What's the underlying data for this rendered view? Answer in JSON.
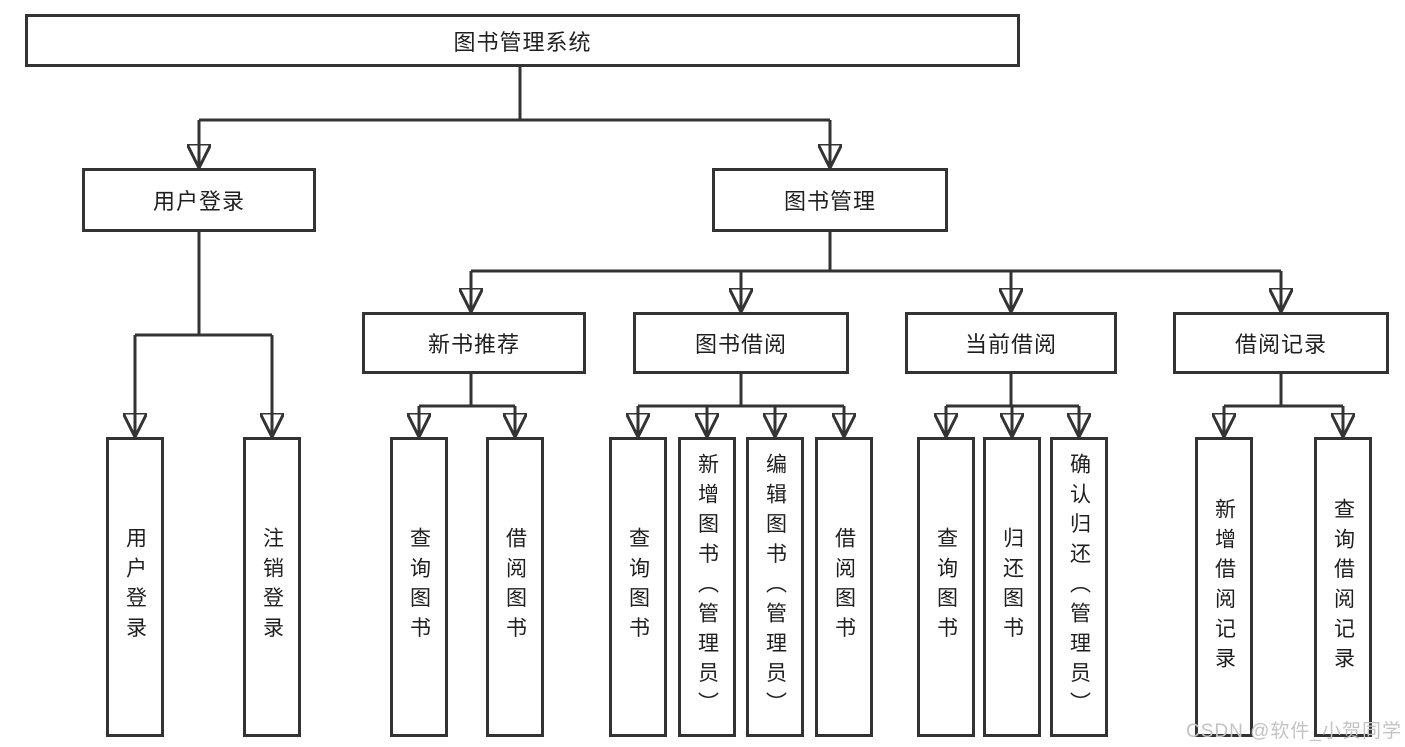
{
  "tree": {
    "root": {
      "label": "图书管理系统"
    },
    "branches": [
      {
        "label": "用户登录",
        "children": [
          {
            "label": "用户登录"
          },
          {
            "label": "注销登录"
          }
        ]
      },
      {
        "label": "图书管理",
        "children": [
          {
            "label": "新书推荐",
            "children": [
              {
                "label": "查询图书"
              },
              {
                "label": "借阅图书"
              }
            ]
          },
          {
            "label": "图书借阅",
            "children": [
              {
                "label": "查询图书"
              },
              {
                "label": "新增图书（管理员）"
              },
              {
                "label": "编辑图书（管理员）"
              },
              {
                "label": "借阅图书"
              }
            ]
          },
          {
            "label": "当前借阅",
            "children": [
              {
                "label": "查询图书"
              },
              {
                "label": "归还图书"
              },
              {
                "label": "确认归还（管理员）"
              }
            ]
          },
          {
            "label": "借阅记录",
            "children": [
              {
                "label": "新增借阅记录"
              },
              {
                "label": "查询借阅记录"
              }
            ]
          }
        ]
      }
    ]
  },
  "watermark": "CSDN @软件_小贺同学",
  "colors": {
    "line": "#333333",
    "text": "#1f1f1f",
    "watermark": "#c3c3c3",
    "background": "#ffffff"
  }
}
